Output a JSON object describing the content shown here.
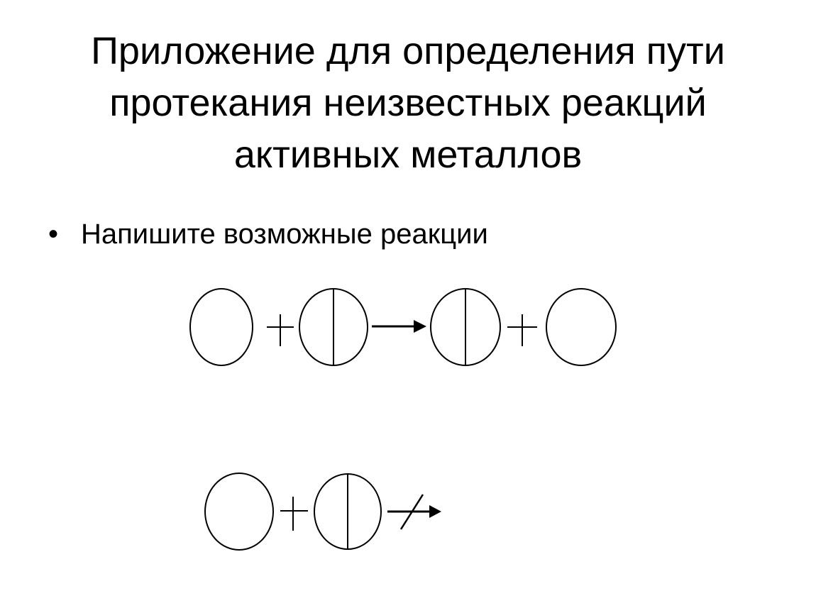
{
  "title_lines": [
    "Приложение для определения пути",
    "протекания неизвестных реакций",
    "активных металлов"
  ],
  "bullets": [
    "Напишите возможные реакции"
  ],
  "reactions": [
    {
      "name": "reaction-proceeds",
      "sequence": [
        "circle",
        "plus",
        "split-circle",
        "arrow",
        "split-circle",
        "plus",
        "circle"
      ]
    },
    {
      "name": "reaction-does-not-proceed",
      "sequence": [
        "circle",
        "plus",
        "split-circle",
        "crossed-arrow"
      ]
    }
  ],
  "colors": {
    "stroke": "#000000",
    "background": "#ffffff"
  }
}
